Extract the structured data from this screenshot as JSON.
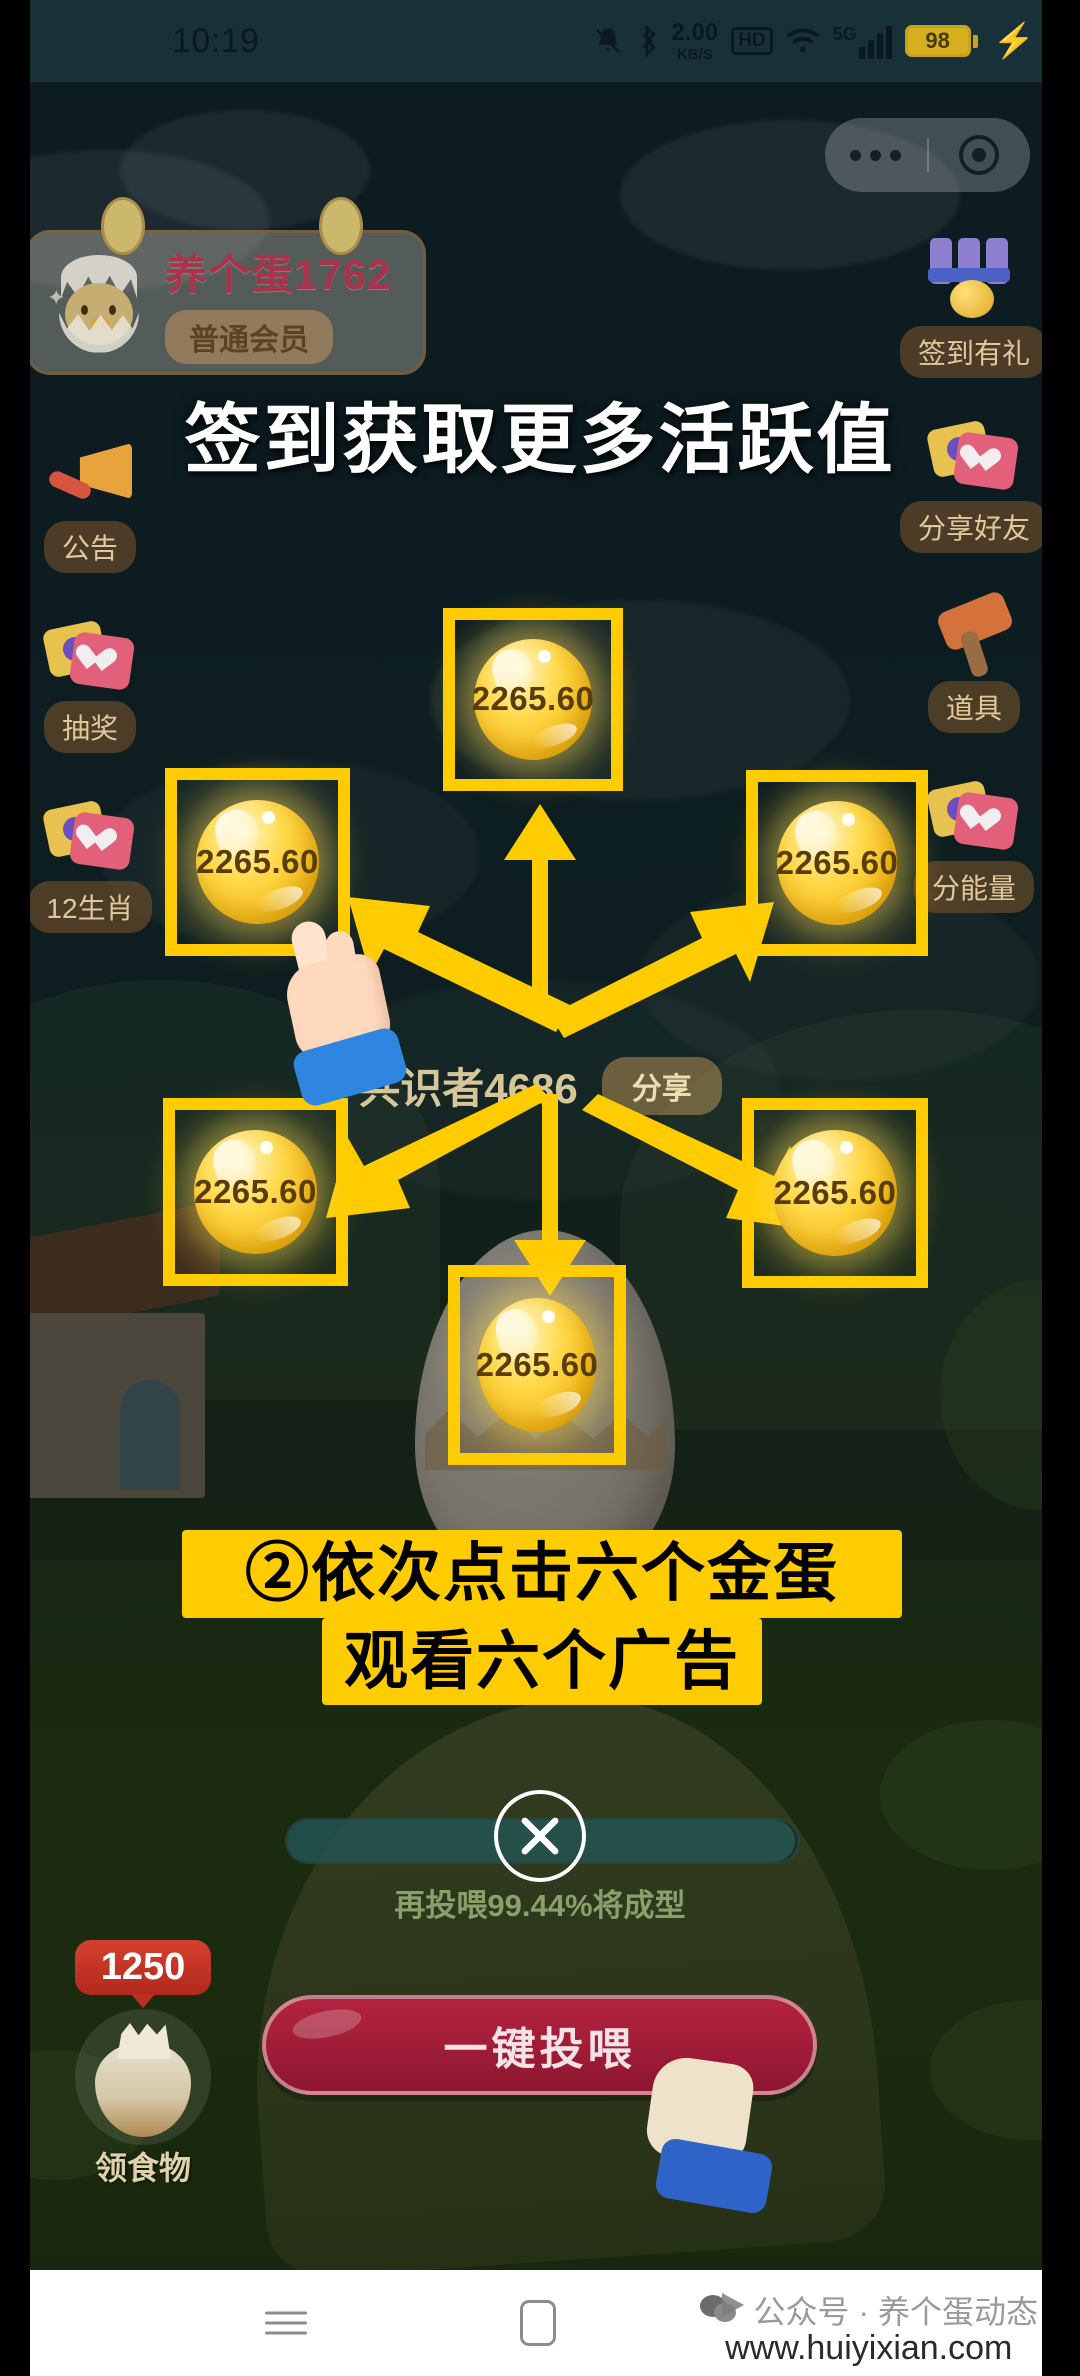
{
  "status_bar": {
    "time": "10:19",
    "icons": [
      "mute-bell-icon",
      "bluetooth-icon",
      "network-rate",
      "hd-icon",
      "wifi-icon",
      "5g-signal-icon",
      "battery-icon",
      "charging-bolt-icon"
    ],
    "net_rate_value": "2.00",
    "net_rate_unit": "KB/S",
    "hd_label": "HD",
    "signal_label": "5G",
    "battery_level": "98"
  },
  "capsule": {
    "menu_icon": "more-dots-icon",
    "close_icon": "target-circle-icon"
  },
  "user_card": {
    "name": "养个蛋1762",
    "member_badge": "普通会员"
  },
  "headline": "签到获取更多活跃值",
  "side_menu": {
    "left": [
      {
        "label": "公告",
        "icon": "megaphone-icon"
      },
      {
        "label": "抽奖",
        "icon": "gift-cards-icon"
      },
      {
        "label": "12生肖",
        "icon": "gift-cards-icon"
      }
    ],
    "right": [
      {
        "label": "签到有礼",
        "icon": "gift-stack-icon"
      },
      {
        "label": "分享好友",
        "icon": "gift-cards-icon"
      },
      {
        "label": "道具",
        "icon": "hammer-icon"
      },
      {
        "label": "分能量",
        "icon": "gift-cards-icon"
      }
    ]
  },
  "consensus": {
    "text": "共识者4686",
    "share_label": "分享"
  },
  "eggs": [
    {
      "value": "2265.60",
      "position": "top"
    },
    {
      "value": "2265.60",
      "position": "left-upper"
    },
    {
      "value": "2265.60",
      "position": "right-upper"
    },
    {
      "value": "2265.60",
      "position": "left-lower"
    },
    {
      "value": "2265.60",
      "position": "right-lower"
    },
    {
      "value": "2265.60",
      "position": "bottom"
    }
  ],
  "banner": {
    "line1": "②依次点击六个金蛋",
    "line2": "观看六个广告"
  },
  "progress": {
    "hint": "再投喂99.44%将成型",
    "percent": 99.44
  },
  "close_button": {
    "icon": "close-x-icon"
  },
  "food": {
    "count": "1250",
    "label": "领食物"
  },
  "feed_button": {
    "label": "一键投喂"
  },
  "watermark": {
    "account": "公众号 · 养个蛋动态",
    "site": "www.huiyixian.com"
  },
  "nav_bar": {
    "recents": "recents-icon",
    "home": "home-icon"
  },
  "colors": {
    "highlight": "#FFCC00",
    "banner_bg": "#FFCC00",
    "feed_button": "#b3233f",
    "badge_red": "#d5402e",
    "username": "#a8334a"
  }
}
